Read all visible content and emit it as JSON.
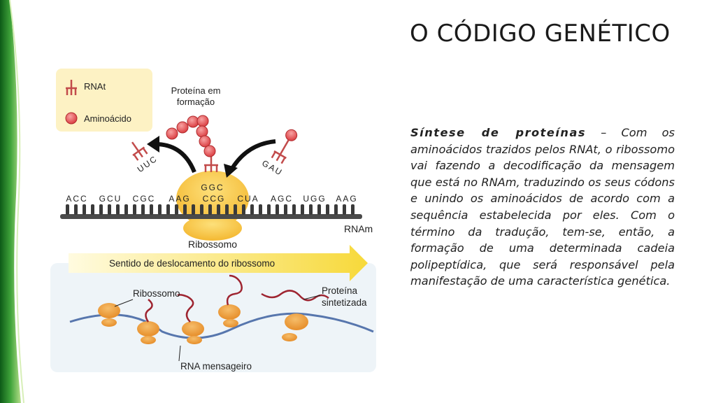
{
  "title": "O CÓDIGO GENÉTICO",
  "body": {
    "heading": "Síntese de proteínas",
    "text": " – Com os aminoácidos trazidos pelos RNAt, o ribossomo vai fazendo a decodificação da mensagem que está no RNAm, traduzindo os seus códons e unindo os aminoácidos de acordo com a sequência estabelecida por eles. Com o término da tradução, tem-se, então, a formação de uma determinada cadeia polipeptídica, que será responsável pela manifestação de uma característica genética."
  },
  "figure": {
    "legend": {
      "trna": "RNAt",
      "aminoacid": "Aminoácido"
    },
    "protein_forming": [
      "Proteína em",
      "formação"
    ],
    "codons": [
      "ACC",
      "GCU",
      "CGC",
      "AAG",
      "CCG",
      "CUA",
      "AGC",
      "UGG",
      "AAG"
    ],
    "anticodon_center": "GGC",
    "anticodon_left": "UUC",
    "anticodon_right": "GAU",
    "mrna_label": "RNAm",
    "ribosome_label": "Ribossomo",
    "direction_label": "Sentido de deslocamento do ribossomo",
    "bottom_ribosome_label": "Ribossomo",
    "protein_synth": [
      "Proteína",
      "sintetizada"
    ],
    "mrna_full_label": "RNA mensageiro"
  },
  "colors": {
    "legend_bg": "#fdf2c4",
    "ribosome_top": "#f7c53a",
    "aminoacid": "#e8585b",
    "arrow": "#f9e15a",
    "orange_ribosome": "#ec9a34",
    "protein_chain": "#9e2430",
    "mrna_line": "#4d6fa8",
    "green_accent": "#2e8b2e"
  }
}
